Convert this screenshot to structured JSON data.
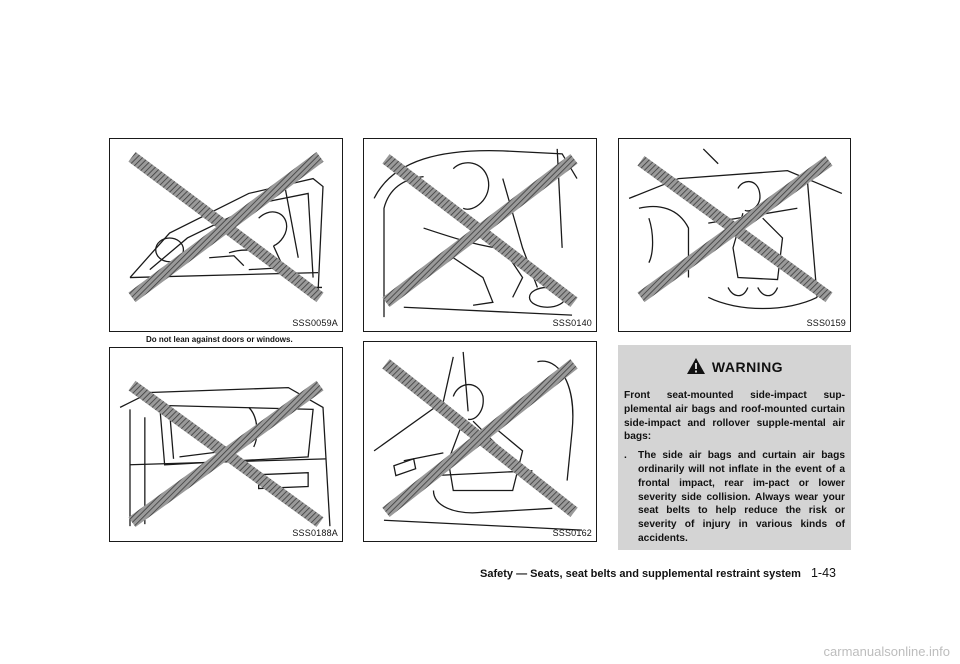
{
  "figures": {
    "fig1": {
      "code": "SSS0059A",
      "caption": "Do not lean against doors or windows."
    },
    "fig2": {
      "code": "SSS0188A"
    },
    "fig3": {
      "code": "SSS0140"
    },
    "fig4": {
      "code": "SSS0162"
    },
    "fig5": {
      "code": "SSS0159"
    }
  },
  "warning": {
    "title": "WARNING",
    "intro": "Front seat-mounted side-impact sup-plemental air bags and roof-mounted curtain side-impact and rollover supple-mental air bags:",
    "bullet_marker": ".",
    "bullet": "The side air bags and curtain air bags ordinarily will not inflate in the event of a frontal impact, rear im-pact or lower severity side collision. Always wear your seat belts to help reduce the risk or severity of injury in various kinds of accidents."
  },
  "footer": {
    "section": "Safety — Seats, seat belts and supplemental restraint system",
    "page": "1-43"
  },
  "watermark": "carmanualsonline.info",
  "colors": {
    "cross": "#6e6e6e",
    "line": "#1a1a1a",
    "warning_bg": "#d4d4d4"
  },
  "icons": [
    "warning-triangle-icon"
  ]
}
